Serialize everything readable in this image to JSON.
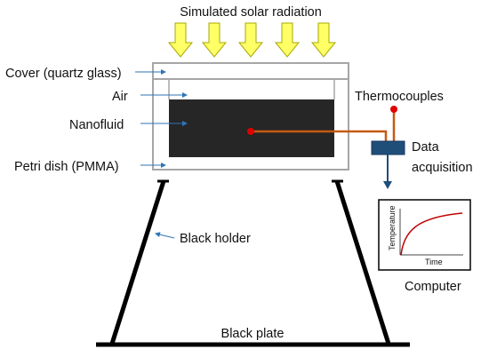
{
  "labels": {
    "title": "Simulated solar radiation",
    "cover": "Cover (quartz glass)",
    "air": "Air",
    "nanofluid": "Nanofluid",
    "petri": "Petri dish (PMMA)",
    "thermocouples": "Thermocouples",
    "data_line1": "Data",
    "data_line2": "acquisition",
    "holder": "Black holder",
    "plate": "Black plate",
    "computer": "Computer"
  },
  "mini_chart": {
    "xlabel": "Time",
    "ylabel": "Temperature"
  },
  "colors": {
    "arrow_fill": "#ffff66",
    "arrow_stroke": "#a8a800",
    "wire": "#c55a11",
    "sensor_dot": "#e00000",
    "daq_box": "#1f4e79",
    "nanofluid": "#262626",
    "annotation_arrow": "#2e75b6",
    "curve": "#c00000"
  }
}
